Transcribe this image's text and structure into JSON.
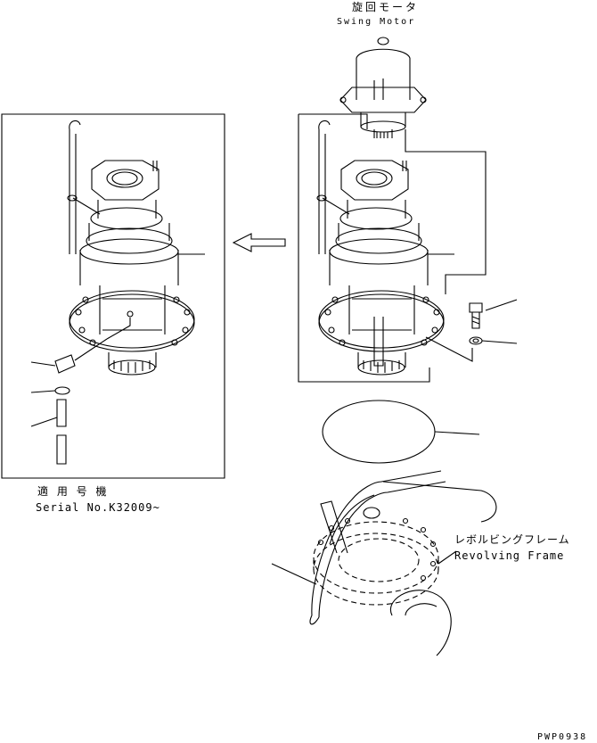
{
  "labels": {
    "swing_motor_jp": "旋回モータ",
    "swing_motor_en": "Swing Motor",
    "applicable_jp": "適 用 号 機",
    "serial": "Serial No.K32009~",
    "revolving_frame_jp": "レボルビングフレーム",
    "revolving_frame_en": "Revolving Frame",
    "drawing_code": "PWP0938"
  }
}
